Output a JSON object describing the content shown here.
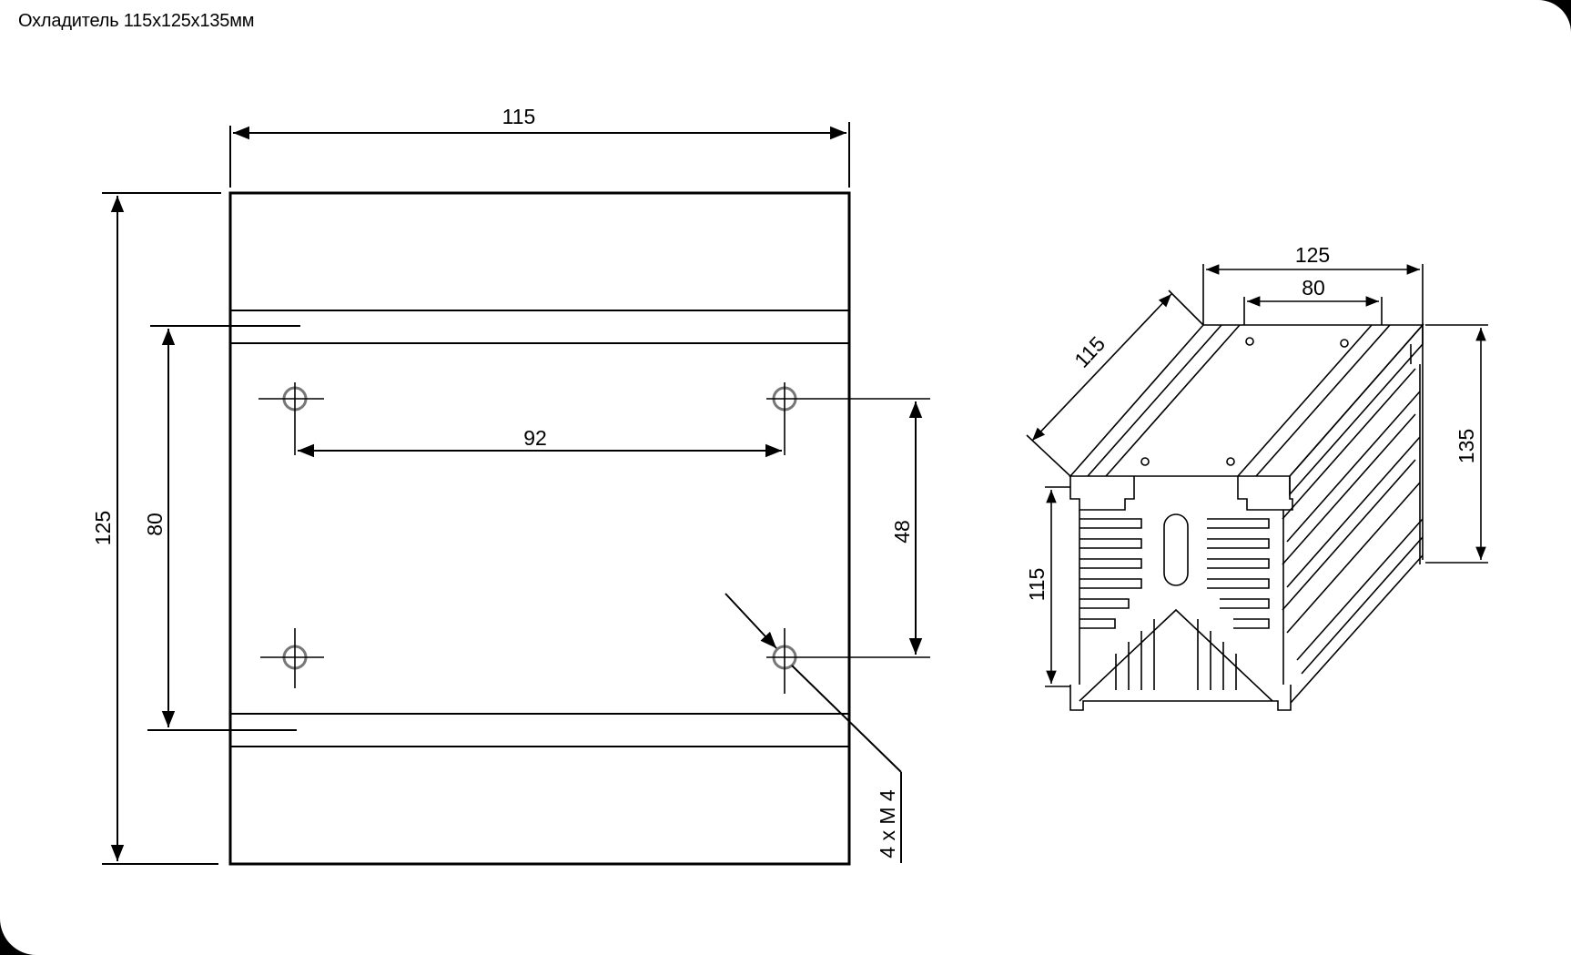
{
  "title": "Охладитель 115x125x135мм",
  "front_view": {
    "width_label": "115",
    "height_label": "125",
    "rail_spacing_label": "80",
    "hole_horizontal_label": "92",
    "hole_vertical_label": "48",
    "holes_label": "4 x M 4"
  },
  "iso_view": {
    "top_width_label": "125",
    "top_rail_label": "80",
    "length_label": "115",
    "height_label": "135",
    "body_height_label": "115"
  }
}
